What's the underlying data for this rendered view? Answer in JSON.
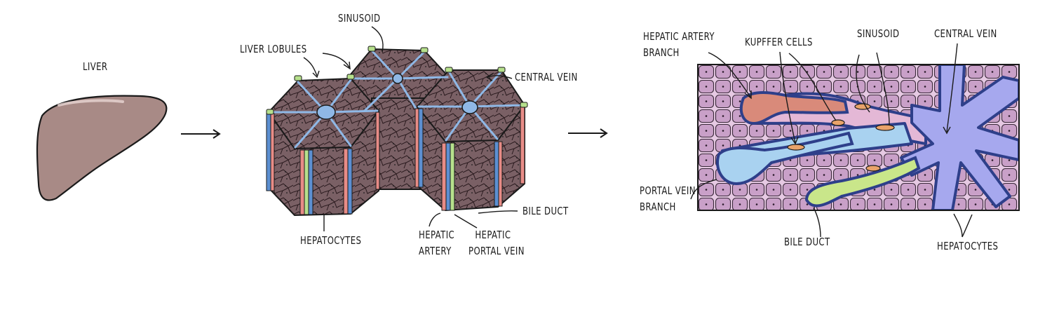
{
  "labels": {
    "liver": "LIVER",
    "sinusoid": "SINUSOID",
    "liver_lobules": "LIVER LOBULES",
    "central_vein": "CENTRAL VEIN",
    "hepatocytes": "HEPATOCYTES",
    "hepatic_artery_l1": "HEPATIC",
    "hepatic_artery_l2": "ARTERY",
    "hepatic_portal_vein_l1": "HEPATIC",
    "hepatic_portal_vein_l2": "PORTAL VEIN",
    "bile_duct": "BILE DUCT",
    "hepatic_artery_branch_l1": "HEPATIC ARTERY",
    "hepatic_artery_branch_l2": "BRANCH",
    "kupffer_cells": "KUPFFER CELLS",
    "sinusoid_2": "SINUSOID",
    "central_vein_2": "CENTRAL VEIN",
    "portal_vein_branch_l1": "PORTAL VEIN",
    "portal_vein_branch_l2": "BRANCH",
    "bile_duct_2": "BILE DUCT",
    "hepatocytes_2": "HEPATOCYTES"
  },
  "colors": {
    "liver": "#a88a86",
    "lobule": "#7a6065",
    "hepatocyte_fill": "#c9a0c8",
    "hepatocyte_bg": "#e6c9e3",
    "central_vein": "#a6a8ee",
    "portal_vein": "#a9d2f0",
    "hepatic_artery": "#d98a7a",
    "bile_duct": "#c9e68a",
    "kupffer": "#e9a36a",
    "vessel_stripe_red": "#e88c87",
    "vessel_stripe_blue": "#5c8fd1",
    "vessel_stripe_green": "#b6e08c"
  },
  "icons": [
    "right-arrow-icon",
    "right-arrow-icon"
  ]
}
